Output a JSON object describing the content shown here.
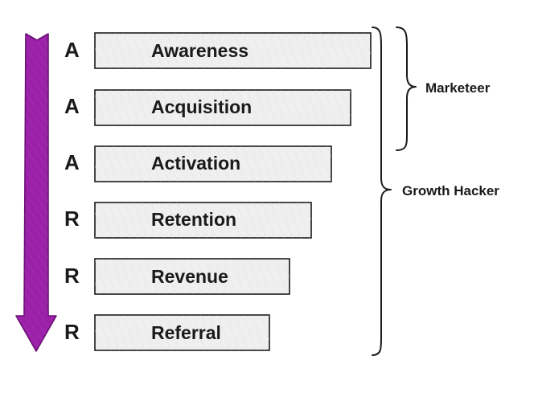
{
  "funnel": {
    "stages": [
      {
        "letter": "A",
        "label": "Awareness"
      },
      {
        "letter": "A",
        "label": "Acquisition"
      },
      {
        "letter": "A",
        "label": "Activation"
      },
      {
        "letter": "R",
        "label": "Retention"
      },
      {
        "letter": "R",
        "label": "Revenue"
      },
      {
        "letter": "R",
        "label": "Referral"
      }
    ],
    "arrow_color": "#9b21a8",
    "bar_fill": "#efefef"
  },
  "braces": [
    {
      "label": "Marketeer",
      "covers_stages": [
        1,
        2
      ]
    },
    {
      "label": "Growth Hacker",
      "covers_stages": [
        1,
        6
      ]
    }
  ]
}
